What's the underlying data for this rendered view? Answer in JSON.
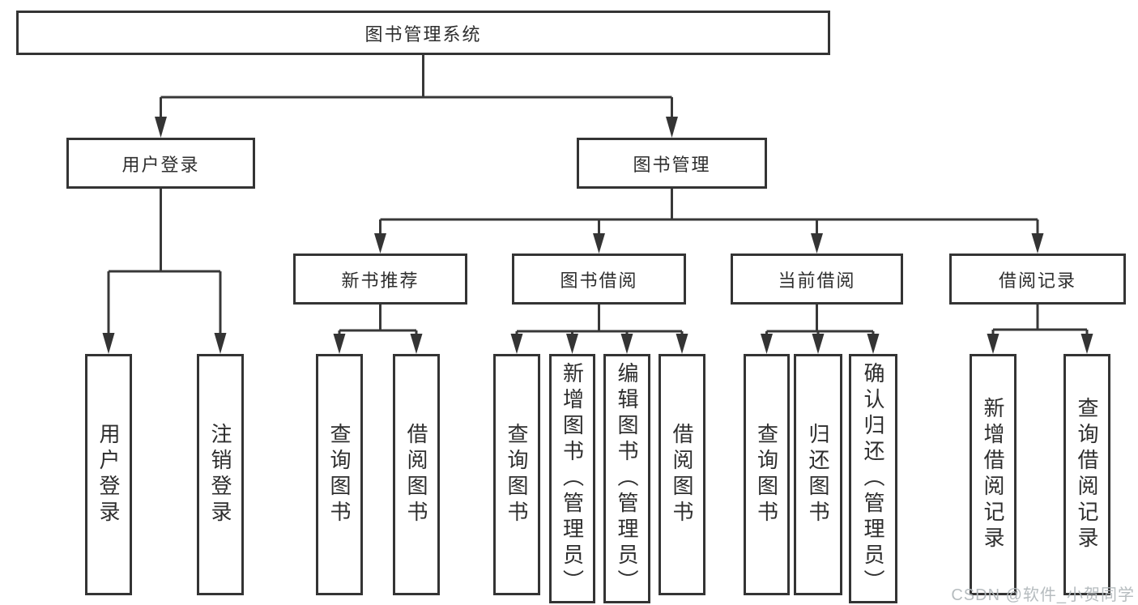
{
  "diagram": {
    "watermark": "CSDN @软件_小贺同学",
    "colors": {
      "line": "#383838",
      "box_border": "#343434",
      "text": "#2e2e2e",
      "watermark": "#b2b8bc",
      "background": "#ffffff"
    },
    "tree": {
      "label": "图书管理系统",
      "children": [
        {
          "label": "用户登录",
          "children": [
            {
              "label": "用户登录"
            },
            {
              "label": "注销登录"
            }
          ]
        },
        {
          "label": "图书管理",
          "children": [
            {
              "label": "新书推荐",
              "children": [
                {
                  "label": "查询图书"
                },
                {
                  "label": "借阅图书"
                }
              ]
            },
            {
              "label": "图书借阅",
              "children": [
                {
                  "label": "查询图书"
                },
                {
                  "label": "新增图书（管理员）"
                },
                {
                  "label": "编辑图书（管理员）"
                },
                {
                  "label": "借阅图书"
                }
              ]
            },
            {
              "label": "当前借阅",
              "children": [
                {
                  "label": "查询图书"
                },
                {
                  "label": "归还图书"
                },
                {
                  "label": "确认归还（管理员）"
                }
              ]
            },
            {
              "label": "借阅记录",
              "children": [
                {
                  "label": "新增借阅记录"
                },
                {
                  "label": "查询借阅记录"
                }
              ]
            }
          ]
        }
      ]
    }
  }
}
